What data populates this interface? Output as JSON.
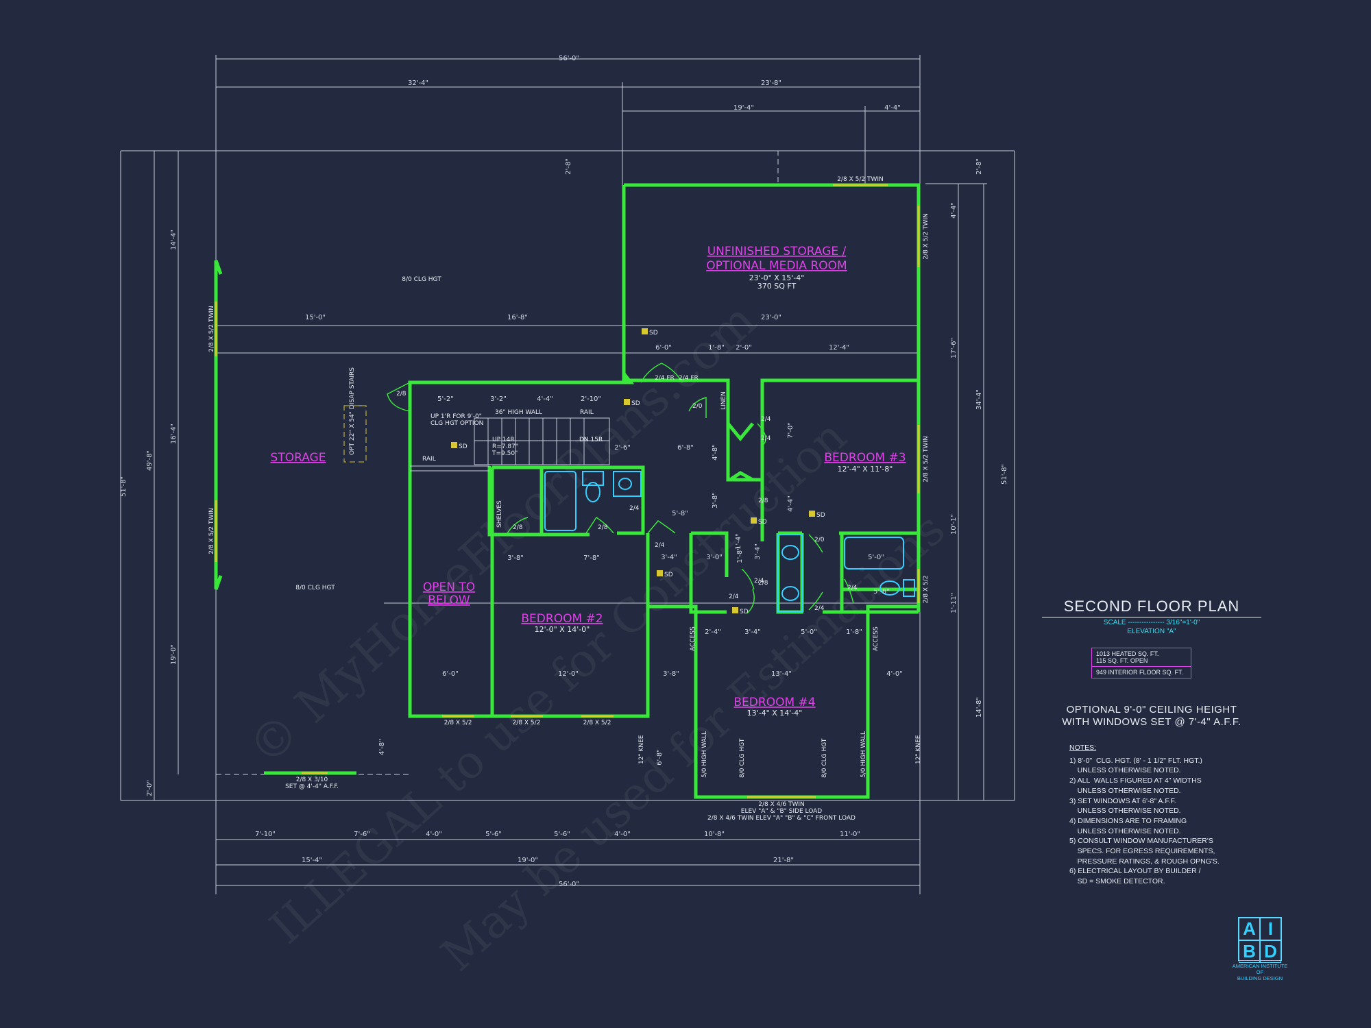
{
  "plan_title": "SECOND FLOOR PLAN",
  "scale": "SCALE ---------------- 3/16\"=1'-0\"",
  "elevation": "ELEVATION \"A\"",
  "sqft": {
    "heated": "1013 HEATED SQ. FT.",
    "open": "115 SQ. FT. OPEN",
    "interior": "949 INTERIOR FLOOR SQ. FT."
  },
  "optional_note": [
    "OPTIONAL 9'-0\" CEILING HEIGHT",
    "WITH WINDOWS SET @ 7'-4\" A.F.F."
  ],
  "notes_title": "NOTES:",
  "notes": [
    "1) 8'-0\"  CLG. HGT. (8' - 1 1/2\" FLT. HGT.)",
    "    UNLESS OTHERWISE NOTED.",
    "2) ALL  WALLS FIGURED AT 4\" WIDTHS",
    "    UNLESS OTHERWISE NOTED.",
    "3) SET WINDOWS AT 6'-8\" A.F.F.",
    "    UNLESS OTHERWISE NOTED.",
    "4) DIMENSIONS ARE TO FRAMING",
    "    UNLESS OTHERWISE NOTED.",
    "5) CONSULT WINDOW MANUFACTURER'S",
    "    SPECS. FOR EGRESS REQUIREMENTS,",
    "    PRESSURE RATINGS, & ROUGH OPNG'S.",
    "6) ELECTRICAL LAYOUT BY BUILDER /",
    "    SD = SMOKE DETECTOR."
  ],
  "logo": {
    "letters": [
      "A",
      "I",
      "B",
      "D"
    ],
    "caption": [
      "AMERICAN INSTITUTE",
      "OF",
      "BUILDING DESIGN"
    ]
  },
  "watermarks": [
    "© MyHomeFloorPlans.com",
    "ILLEGAL to use for Construction",
    "May be used for Estimations"
  ],
  "rooms": {
    "storage_top": [
      "UNFINISHED STORAGE /",
      "OPTIONAL MEDIA ROOM"
    ],
    "storage_top_size": "23'-0\" X 15'-4\"",
    "storage_top_area": "370 SQ FT",
    "storage": "STORAGE",
    "open_below": [
      "OPEN TO",
      "BELOW"
    ],
    "bedroom2": "BEDROOM #2",
    "bedroom2_size": "12'-0\" X 14'-0\"",
    "bedroom3": "BEDROOM #3",
    "bedroom3_size": "12'-4\" X 11'-8\"",
    "bedroom4": "BEDROOM #4",
    "bedroom4_size": "13'-4\" X 14'-4\""
  },
  "dims_top": {
    "overall": "56'-0\"",
    "left": "32'-4\"",
    "right": "23'-8\"",
    "right_a": "19'-4\"",
    "right_b": "4'-4\""
  },
  "dims_bottom": {
    "overall": "56'-0\"",
    "left": "15'-4\"",
    "mid": "19'-0\"",
    "right": "21'-8\"",
    "row": [
      "7'-10\"",
      "7'-6\"",
      "4'-0\"",
      "5'-6\"",
      "5'-6\"",
      "4'-0\"",
      "10'-8\"",
      "11'-0\""
    ]
  },
  "dims_left": {
    "overall": "51'-8\"",
    "a": "49'-8\"",
    "b": "14'-4\"",
    "c": "16'-4\"",
    "d": "19'-0\"",
    "e": "2'-0\"",
    "f": "2'-8\""
  },
  "dims_right": {
    "overall": "51'-8\"",
    "a": "34'-4\"",
    "b": "14'-8\"",
    "c": "4'-4\"",
    "d": "17'-6\"",
    "e": "10'-1\"",
    "f": "1'-11\"",
    "g": "2'-8\""
  },
  "dims_inner": {
    "row1": [
      "15'-0\"",
      "16'-8\"",
      "23'-0\""
    ],
    "row2": [
      "6'-0\"",
      "1'-8\"",
      "2'-0\"",
      "12'-4\""
    ],
    "stair": [
      "5'-2\"",
      "3'-2\"",
      "4'-4\"",
      "2'-10\""
    ],
    "mid": [
      "2'-6\"",
      "6'-8\"",
      "4'-8\"",
      "7'-0\"",
      "5'-8\"",
      "3'-8\"",
      "4'-4\"",
      "3'-4\"",
      "3'-0\"",
      "1'-8\"",
      "1'-4\"",
      "3'-4\"",
      "5'-0\"",
      "5'-8\""
    ],
    "bed2": [
      "3'-8\"",
      "7'-8\"",
      "6'-0\"",
      "12'-0\"",
      "3'-8\""
    ],
    "bed4": [
      "2'-4\"",
      "3'-4\"",
      "5'-0\"",
      "1'-8\"",
      "13'-4\"",
      "4'-0\""
    ],
    "misc": [
      "4'-8\"",
      "6'-8\"",
      "2'-8\""
    ]
  },
  "labels": {
    "clg_hgt": "8/0 CLG HGT",
    "rail": "RAIL",
    "up_br": [
      "UP 1'R FOR 9'-0\"",
      "CLG HGT OPTION"
    ],
    "high_wall": "36\" HIGH WALL",
    "up_stair": [
      "UP 14R",
      "R=7.87\"",
      "T=9.50\""
    ],
    "dn_stair": "DN 15R",
    "opt_stairs": "OPT 22\" X 54\" DISAP STAIRS",
    "sd": "SD",
    "shelves": "SHELVES",
    "linen": "LINEN",
    "access": "ACCESS",
    "high_wall_5": "5/0 HIGH WALL",
    "clg_hgt_8": "8/0 CLG HGT",
    "knee": "12\" KNEE",
    "win_twin": "2/8 X 5/2 TWIN",
    "win_single": "2/8 X 5/2",
    "win_bottom_left": [
      "2/8 X 3/10",
      "SET @ 4'-4\" A.F.F."
    ],
    "win_bed4": [
      "2/8 X 4/6 TWIN",
      "ELEV \"A\" & \"B\" SIDE LOAD",
      "2/8 X 4/6 TWIN ELEV \"A\" \"B\" & \"C\" FRONT LOAD"
    ],
    "doors": [
      "2/4 FR",
      "2/4 FR",
      "2/8",
      "2/0",
      "2/4",
      "2/4",
      "2/4",
      "2/8",
      "2/8",
      "2/4",
      "2/8",
      "2/4",
      "2/4",
      "2/0",
      "2/4",
      "2/4",
      "2/8"
    ]
  },
  "colors": {
    "background": "#232a3f",
    "wall": "#39e83a",
    "magenta": "#e040e8",
    "cyan": "#35d0ff",
    "dim": "#d6dce8",
    "sd": "#d8c830"
  }
}
